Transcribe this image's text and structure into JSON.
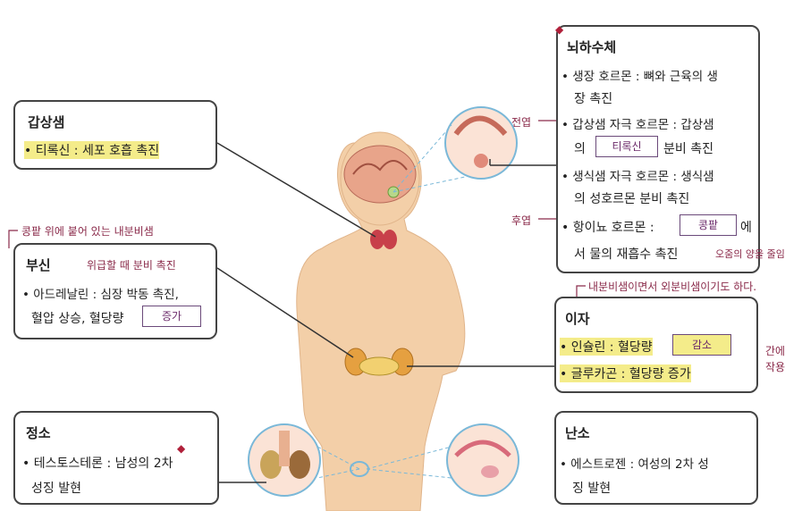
{
  "thyroid": {
    "title": "갑상샘",
    "line1": "• 티록신 : 세포 호흡 촉진"
  },
  "adrenal": {
    "note_top": "콩팥 위에 붙어 있는 내분비샘",
    "title": "부신",
    "note_emergency": "위급할 때 분비 촉진",
    "line1": "• 아드레날린 : 심장 박동 촉진,",
    "line2": "혈압 상승, 혈당량",
    "fill": "증가"
  },
  "testis": {
    "title": "정소",
    "line1": "• 테스토스테론 : 남성의 2차",
    "line2": "성징 발현"
  },
  "pituitary": {
    "title": "뇌하수체",
    "line1": "• 생장 호르몬 : 뼈와 근육의 생",
    "line2": "장 촉진",
    "line3": "• 갑상샘 자극 호르몬 : 갑상샘",
    "line4a": "의",
    "fill1": "티록신",
    "line4b": "분비 촉진",
    "line5": "• 생식샘 자극 호르몬 : 생식샘",
    "line6": "의 성호르몬 분비 촉진",
    "line7a": "• 항이뇨 호르몬 :",
    "fill2": "콩팥",
    "line7b": "에",
    "line8": "서 물의 재흡수 촉진",
    "note_anterior": "전엽",
    "note_posterior": "후엽",
    "note_urine": "오줌의 양을 줄임"
  },
  "pancreas": {
    "note_top": "내분비샘이면서 외분비샘이기도 하다.",
    "title": "이자",
    "line1": "• 인슐린 : 혈당량",
    "fill": "감소",
    "line2": "• 글루카곤 : 혈당량 증가",
    "note_liver1": "간에",
    "note_liver2": "작용"
  },
  "ovary": {
    "title": "난소",
    "line1": "• 에스트로젠 : 여성의 2차 성",
    "line2": "징 발현"
  },
  "colors": {
    "highlight": "#f4ec8a",
    "skin": "#f3cfa8",
    "accent_red": "#b0203a",
    "note_text": "#8a2a4a"
  }
}
